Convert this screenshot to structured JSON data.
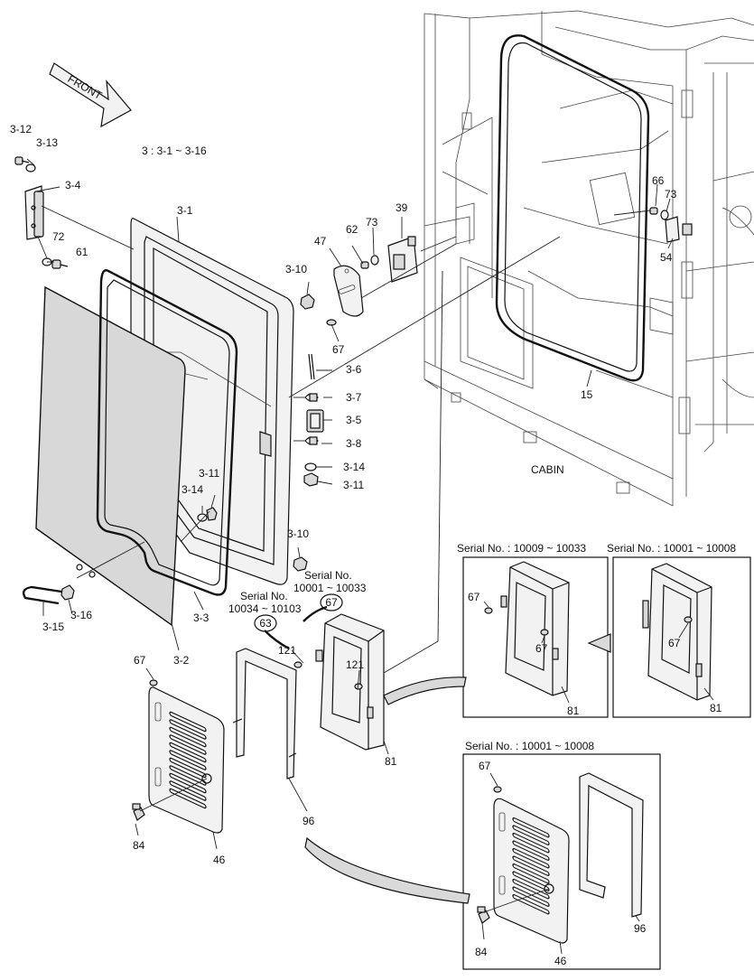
{
  "direction_arrow": "FRONT",
  "note_group": "3 : 3-1 ~ 3-16",
  "cabin_label": "CABIN",
  "serial_labels": {
    "main_81_upper": "Serial No.",
    "main_81_upper_range": "10001 ~ 10033",
    "main_81_lower": "Serial No.",
    "main_81_lower_range": "10034 ~ 10103",
    "inset_a": "Serial No. : 10009 ~ 10033",
    "inset_b": "Serial No. : 10001 ~ 10008",
    "inset_c": "Serial No. : 10001 ~ 10008"
  },
  "circled_labels": [
    "67",
    "63"
  ],
  "part_labels": {
    "p3_12": "3-12",
    "p3_13": "3-13",
    "p3_4": "3-4",
    "p72": "72",
    "p61": "61",
    "p3_1": "3-1",
    "p3_10a": "3-10",
    "p3_10b": "3-10",
    "p3_6": "3-6",
    "p3_7": "3-7",
    "p3_5": "3-5",
    "p3_8": "3-8",
    "p3_14a": "3-14",
    "p3_11a": "3-11",
    "p3_11b": "3-11",
    "p3_14b": "3-14",
    "p3_15": "3-15",
    "p3_16": "3-16",
    "p3_3": "3-3",
    "p3_2": "3-2",
    "p47": "47",
    "p62": "62",
    "p73a": "73",
    "p39": "39",
    "p67a": "67",
    "p66": "66",
    "p73b": "73",
    "p54": "54",
    "p15": "15",
    "p121a": "121",
    "p121b": "121",
    "p81": "81",
    "p67b": "67",
    "p96": "96",
    "p84": "84",
    "p46": "46",
    "inset_a_67a": "67",
    "inset_a_67b": "67",
    "inset_a_81": "81",
    "inset_b_67": "67",
    "inset_b_81": "81",
    "inset_c_67": "67",
    "inset_c_96": "96",
    "inset_c_84": "84",
    "inset_c_46": "46"
  }
}
